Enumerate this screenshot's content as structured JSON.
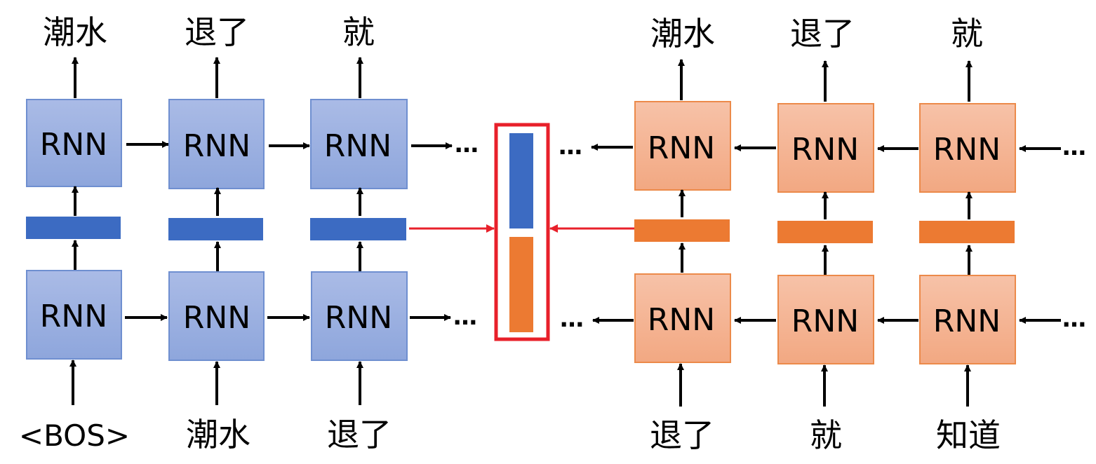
{
  "node_label": "RNN",
  "ellipsis": "…",
  "left": {
    "outputs": [
      "潮水",
      "退了",
      "就"
    ],
    "inputs": [
      "<BOS>",
      "潮水",
      "退了"
    ]
  },
  "right": {
    "outputs": [
      "潮水",
      "退了",
      "就"
    ],
    "inputs": [
      "退了",
      "就",
      "知道"
    ]
  },
  "colors": {
    "forward_box_fill": "#9fb2e0",
    "forward_box_stroke": "#5b7cc8",
    "forward_hidden": "#3a69c0",
    "backward_box_fill": "#f4b59a",
    "backward_box_stroke": "#e8803f",
    "backward_hidden": "#ec7a32",
    "highlight": "#e8202a",
    "arrow": "#000000"
  }
}
